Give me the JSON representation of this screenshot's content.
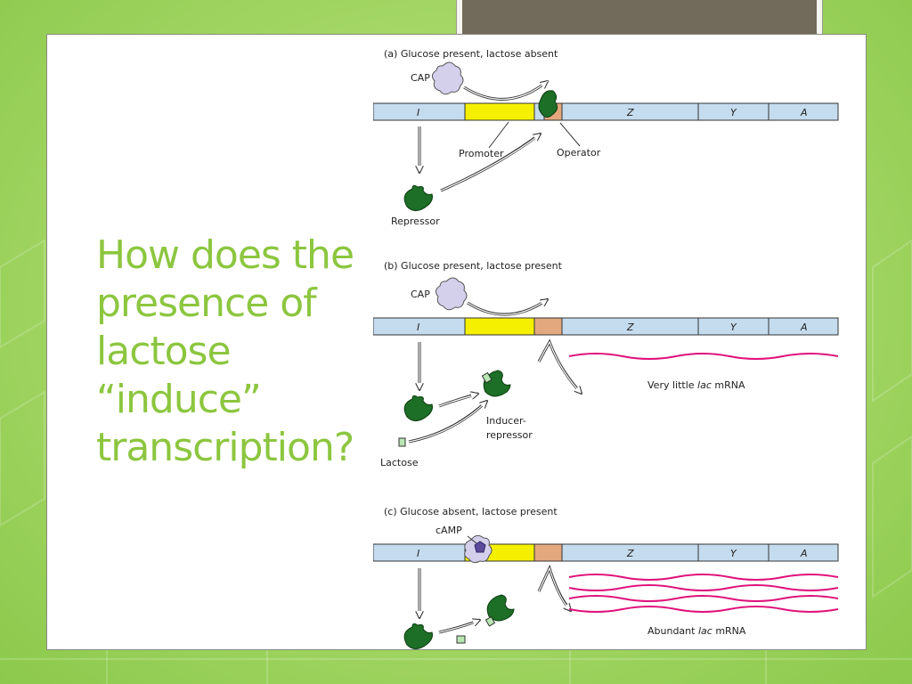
{
  "slide": {
    "title": "How does the presence of lactose “induce” transcription?"
  },
  "colors": {
    "title_green": "#8cc63f",
    "gene_blue": "#c5dcef",
    "promoter_yellow": "#f5f000",
    "operator_tan": "#e3a87e",
    "repressor_green": "#1d6e26",
    "cap_lavender": "#d4d0ec",
    "mrna_pink": "#e0107a",
    "lactose_green": "#b8e6b4"
  },
  "figure": {
    "panel_a": {
      "heading": "(a) Glucose present, lactose absent",
      "cap_label": "CAP",
      "genes": {
        "i": "I",
        "z": "Z",
        "y": "Y",
        "a": "A"
      },
      "promoter_label": "Promoter",
      "operator_label": "Operator",
      "repressor_label": "Repressor"
    },
    "panel_b": {
      "heading": "(b) Glucose present, lactose present",
      "cap_label": "CAP",
      "genes": {
        "i": "I",
        "z": "Z",
        "y": "Y",
        "a": "A"
      },
      "mrna_prefix": "Very little ",
      "mrna_lac": "lac",
      "mrna_suffix": " mRNA",
      "inducer_line1": "Inducer-",
      "inducer_line2": "repressor",
      "lactose_label": "Lactose"
    },
    "panel_c": {
      "heading": "(c) Glucose absent, lactose present",
      "camp_label": "cAMP",
      "genes": {
        "i": "I",
        "z": "Z",
        "y": "Y",
        "a": "A"
      },
      "mrna_prefix": "Abundant ",
      "mrna_lac": "lac",
      "mrna_suffix": " mRNA"
    }
  }
}
